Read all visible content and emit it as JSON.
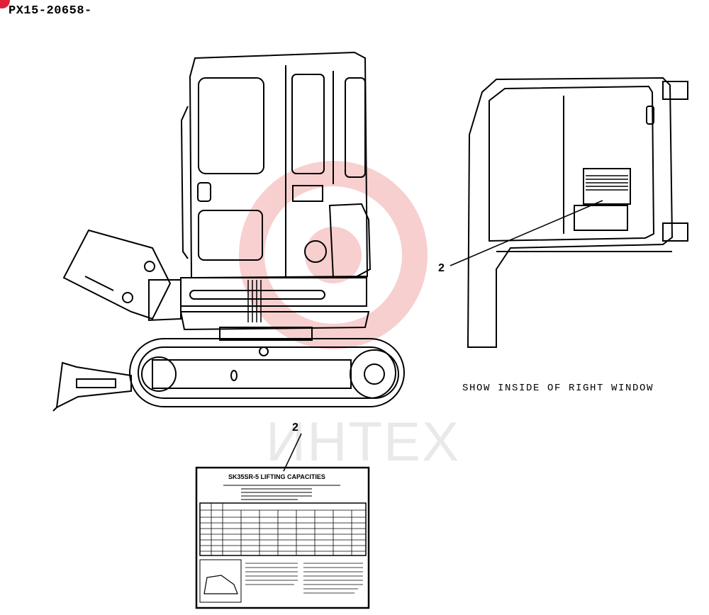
{
  "header": {
    "part_code": "PX15-20658-"
  },
  "watermark": {
    "text": "ИНТЕХ"
  },
  "callouts": {
    "cab_label": "2",
    "decal_label": "2"
  },
  "caption": {
    "text": "SHOW INSIDE OF RIGHT WINDOW"
  },
  "decal": {
    "title": "SK35SR-5 LIFTING CAPACITIES"
  }
}
